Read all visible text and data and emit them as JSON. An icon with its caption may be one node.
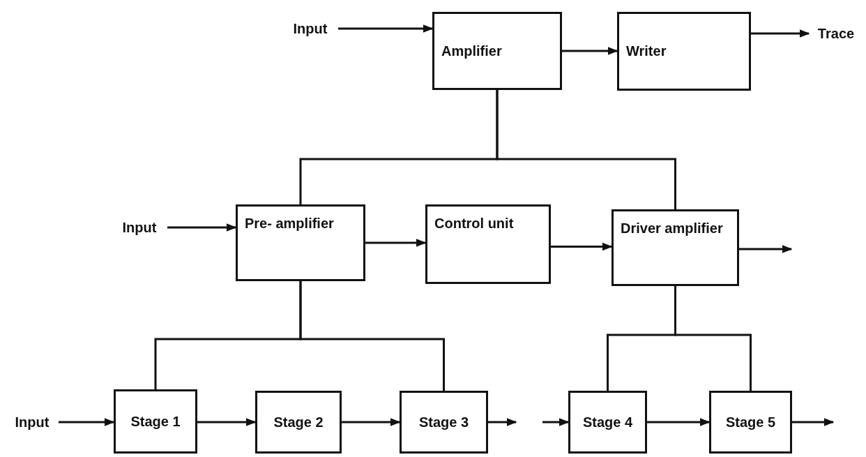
{
  "diagram": {
    "nodes": [
      {
        "text": [
          "Input"
        ]
      },
      {
        "text": [
          "Amplifier"
        ]
      },
      {
        "text": [
          "Writer"
        ]
      },
      {
        "text": [
          "Trace"
        ]
      },
      {
        "text": [
          "Input"
        ]
      },
      {
        "text": [
          "Pre- amplifier"
        ]
      },
      {
        "text": [
          "Control unit"
        ]
      },
      {
        "text": [
          "Driver amplifier"
        ]
      },
      {
        "text": [
          "Input"
        ]
      },
      {
        "text": [
          "Stage 1"
        ]
      },
      {
        "text": [
          "Stage 2"
        ]
      },
      {
        "text": [
          "Stage 3"
        ]
      },
      {
        "text": [
          "Stage 4"
        ]
      },
      {
        "text": [
          "Stage 5"
        ]
      }
    ],
    "edges": [
      {
        "from": 0,
        "to": 1,
        "arrow": "to"
      },
      {
        "from": 1,
        "to": 2,
        "arrow": "to"
      },
      {
        "from": 2,
        "to": 3,
        "arrow": "to"
      },
      {
        "from": 1,
        "to": 5,
        "arrow": "none"
      },
      {
        "from": 1,
        "to": 7,
        "arrow": "none"
      },
      {
        "from": 4,
        "to": 5,
        "arrow": "to"
      },
      {
        "from": 5,
        "to": 6,
        "arrow": "to"
      },
      {
        "from": 6,
        "to": 7,
        "arrow": "to"
      },
      {
        "from": 7,
        "to": null,
        "arrow": "to"
      },
      {
        "from": 5,
        "to": 9,
        "arrow": "none"
      },
      {
        "from": 5,
        "to": 11,
        "arrow": "none"
      },
      {
        "from": 7,
        "to": 12,
        "arrow": "none"
      },
      {
        "from": 7,
        "to": 13,
        "arrow": "none"
      },
      {
        "from": 8,
        "to": 9,
        "arrow": "to"
      },
      {
        "from": 9,
        "to": 10,
        "arrow": "to"
      },
      {
        "from": 10,
        "to": 11,
        "arrow": "to"
      },
      {
        "from": 11,
        "to": null,
        "arrow": "to"
      },
      {
        "from": null,
        "to": 12,
        "arrow": "to"
      },
      {
        "from": 12,
        "to": 13,
        "arrow": "to"
      },
      {
        "from": 13,
        "to": null,
        "arrow": "to"
      }
    ]
  }
}
